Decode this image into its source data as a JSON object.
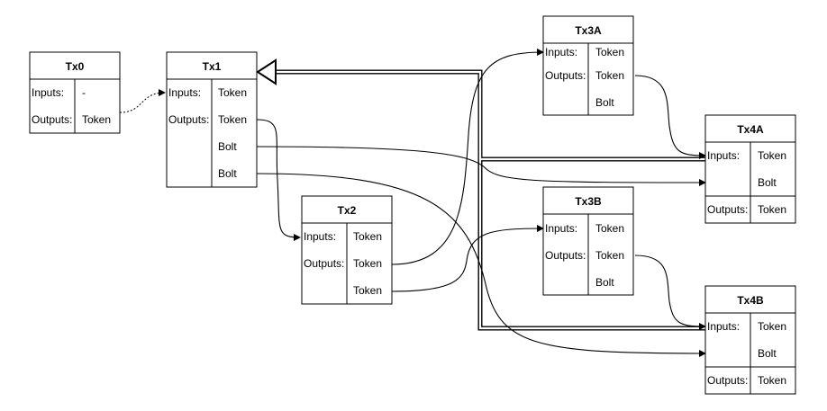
{
  "transactions": {
    "tx0": {
      "title": "Tx0",
      "inputs_label": "Inputs:",
      "input_value": "-",
      "outputs_label": "Outputs:",
      "output_value": "Token"
    },
    "tx1": {
      "title": "Tx1",
      "inputs_label": "Inputs:",
      "input_value": "Token",
      "outputs_label": "Outputs:",
      "outputs": [
        "Token",
        "Bolt",
        "Bolt"
      ]
    },
    "tx2": {
      "title": "Tx2",
      "inputs_label": "Inputs:",
      "input_value": "Token",
      "outputs_label": "Outputs:",
      "outputs": [
        "Token",
        "Token"
      ]
    },
    "tx3a": {
      "title": "Tx3A",
      "inputs_label": "Inputs:",
      "input_value": "Token",
      "outputs_label": "Outputs:",
      "outputs": [
        "Token",
        "Bolt"
      ]
    },
    "tx3b": {
      "title": "Tx3B",
      "inputs_label": "Inputs:",
      "input_value": "Token",
      "outputs_label": "Outputs:",
      "outputs": [
        "Token",
        "Bolt"
      ]
    },
    "tx4a": {
      "title": "Tx4A",
      "inputs_label": "Inputs:",
      "inputs": [
        "Token",
        "Bolt"
      ],
      "outputs_label": "Outputs:",
      "output_value": "Token"
    },
    "tx4b": {
      "title": "Tx4B",
      "inputs_label": "Inputs:",
      "inputs": [
        "Token",
        "Bolt"
      ],
      "outputs_label": "Outputs:",
      "output_value": "Token"
    }
  },
  "colors": {
    "stroke": "#000000",
    "background": "#ffffff"
  }
}
